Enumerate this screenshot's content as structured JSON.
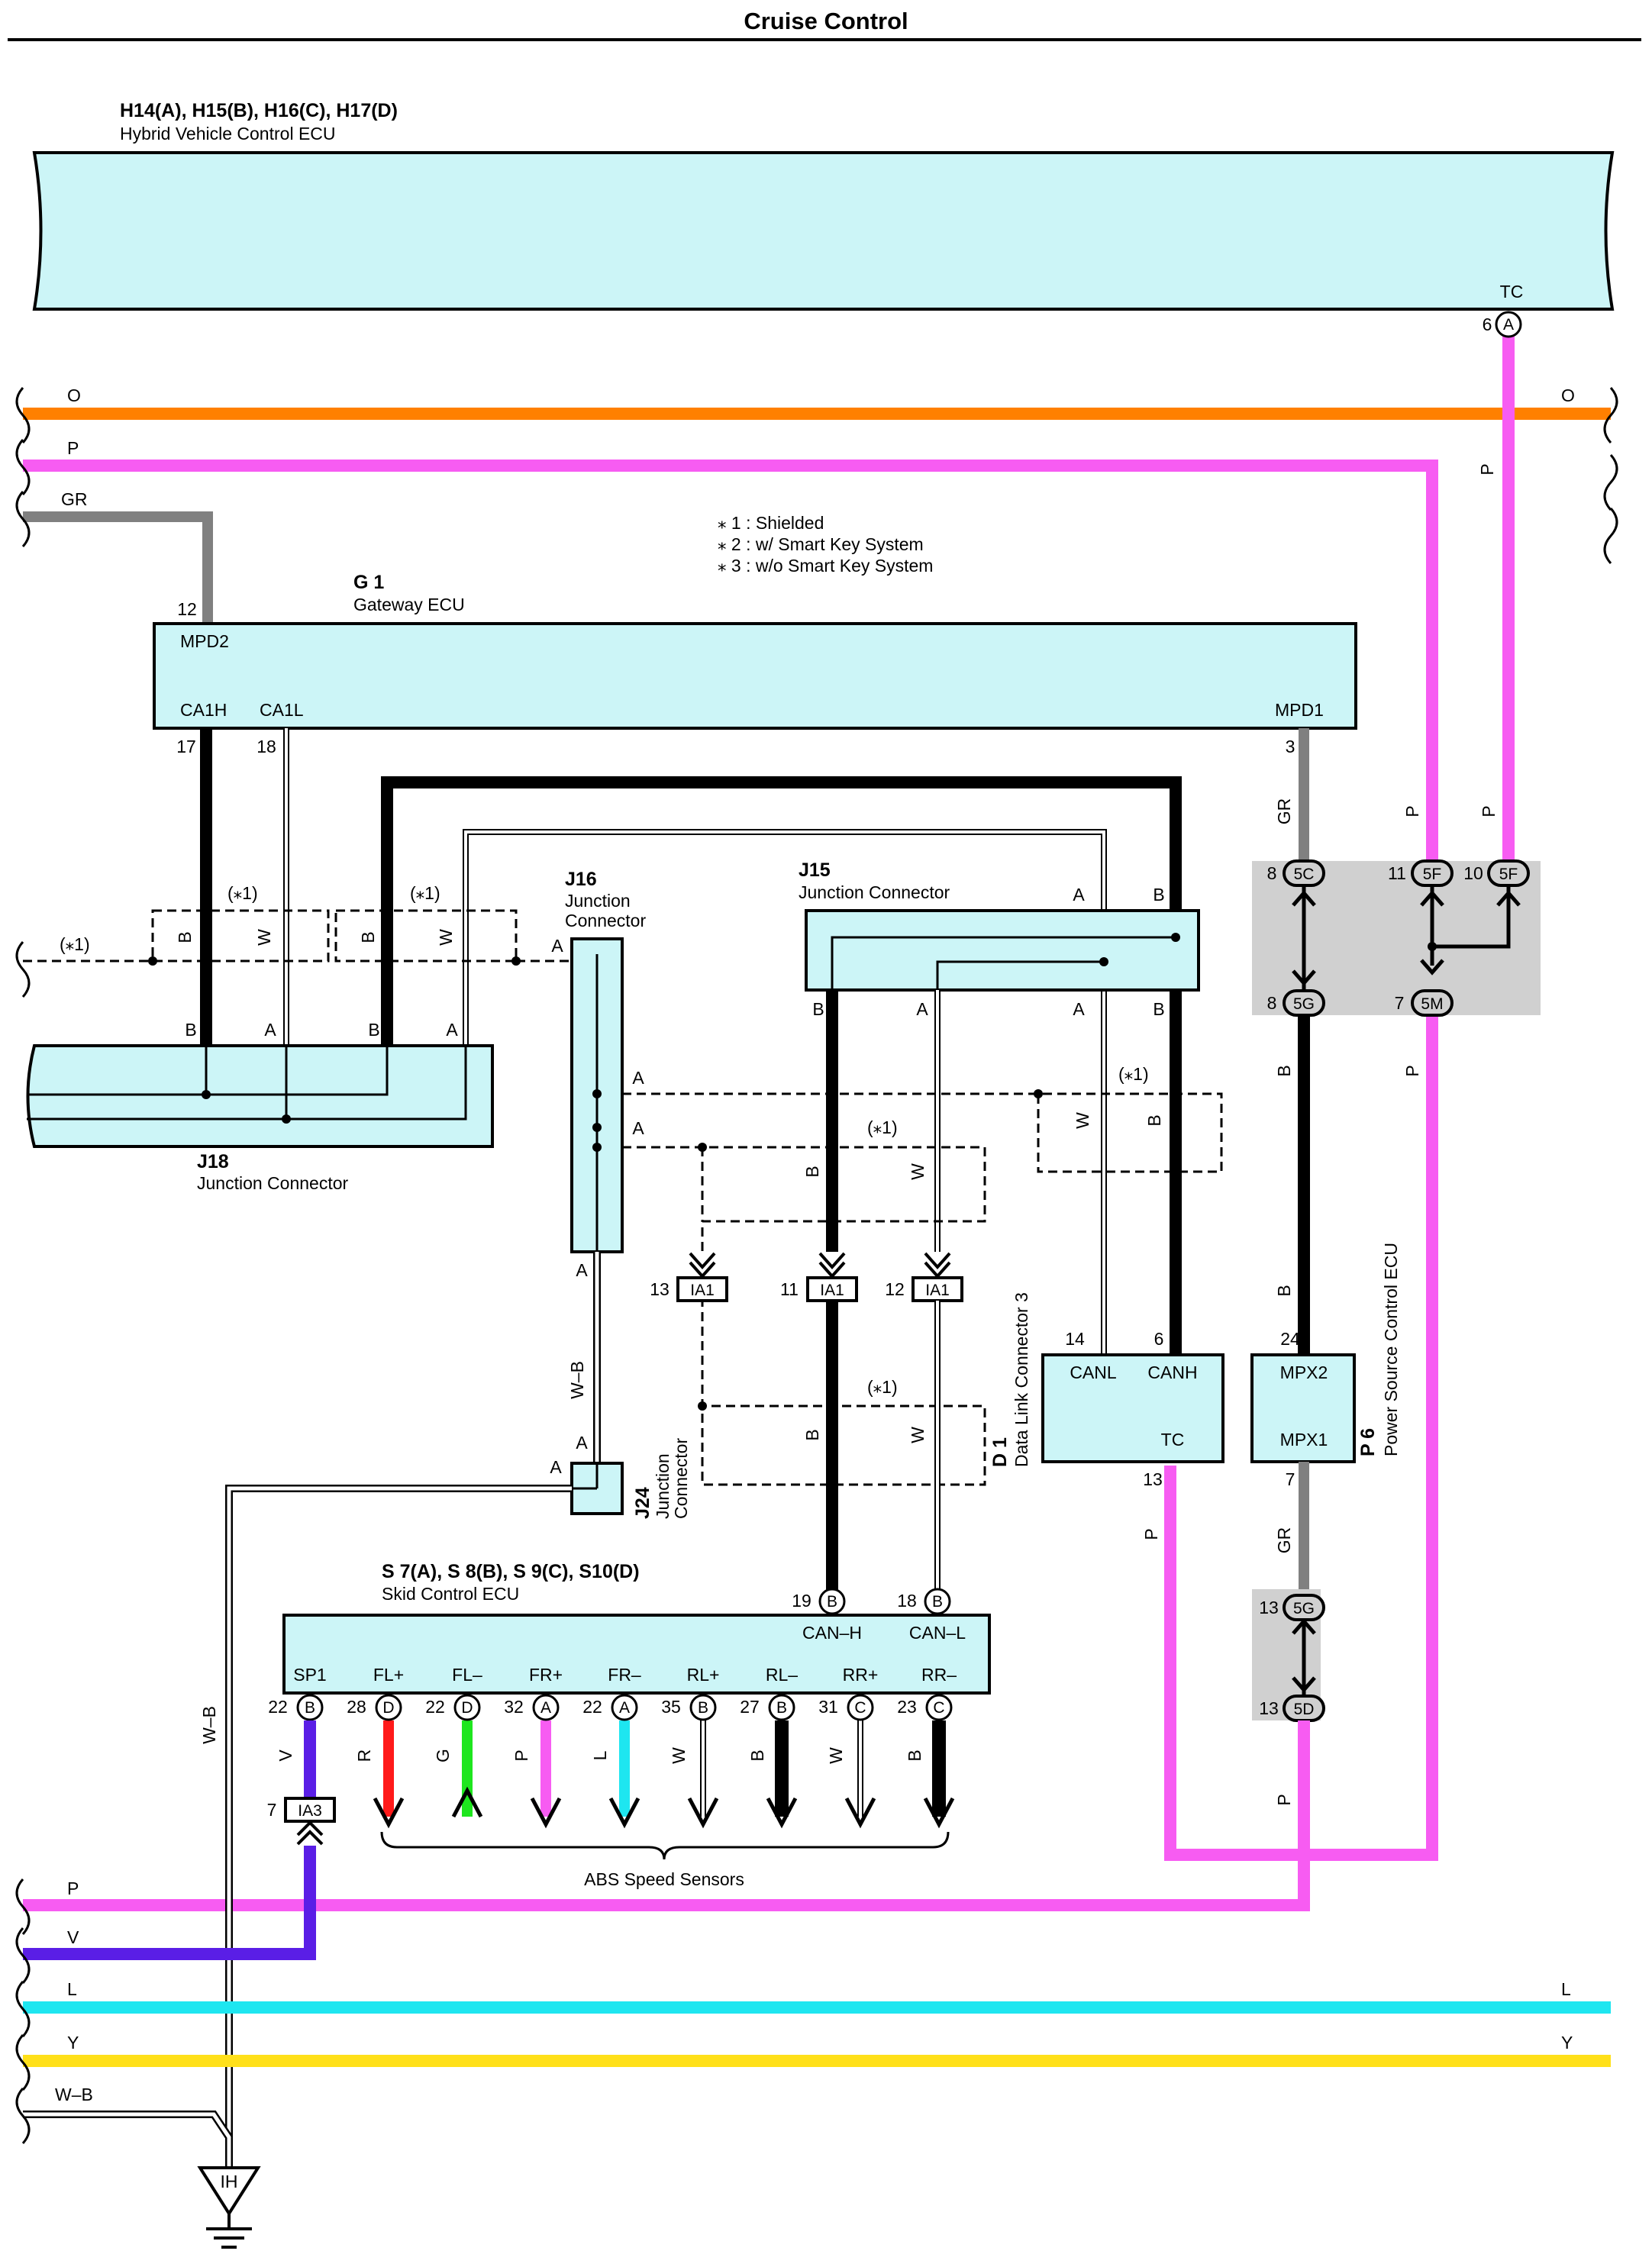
{
  "header": {
    "title": "Cruise Control"
  },
  "notes": [
    "⁎ 1 : Shielded",
    "⁎ 2 : w/ Smart Key System",
    "⁎ 3 : w/o Smart Key System"
  ],
  "components": {
    "hybrid_ecu": {
      "code": "H14(A), H15(B), H16(C), H17(D)",
      "name": "Hybrid Vehicle Control ECU",
      "pin_name": "TC",
      "pin_no": "6",
      "connector": "A"
    },
    "gateway_ecu": {
      "code": "G 1",
      "name": "Gateway ECU",
      "mpd2": "MPD2",
      "mpd2_pin": "12",
      "ca1h": "CA1H",
      "ca1h_pin": "17",
      "ca1l": "CA1L",
      "ca1l_pin": "18",
      "mpd1": "MPD1",
      "mpd1_pin": "3"
    },
    "j16": {
      "code": "J16",
      "name_line1": "Junction",
      "name_line2": "Connector"
    },
    "j15": {
      "code": "J15",
      "name": "Junction Connector"
    },
    "j18": {
      "code": "J18",
      "name": "Junction Connector"
    },
    "j24": {
      "code": "J24",
      "name_line1": "Junction",
      "name_line2": "Connector"
    },
    "dlc3": {
      "code": "D 1",
      "name": "Data Link Connector 3",
      "canl": "CANL",
      "canl_pin": "14",
      "canh": "CANH",
      "canh_pin": "6",
      "tc": "TC",
      "tc_pin": "13"
    },
    "power_ecu": {
      "code": "P 6",
      "name": "Power Source Control ECU",
      "mpx2": "MPX2",
      "mpx2_pin": "24",
      "mpx1": "MPX1",
      "mpx1_pin": "7"
    },
    "skid_ecu": {
      "code": "S 7(A), S 8(B), S 9(C), S10(D)",
      "name": "Skid Control ECU",
      "canh": "CAN–H",
      "canh_pin": "19",
      "canh_conn": "B",
      "canl": "CAN–L",
      "canl_pin": "18",
      "canl_conn": "B",
      "pins": [
        {
          "name": "SP1",
          "no": "22",
          "conn": "B",
          "wire": "V",
          "color": "#5a1ee6"
        },
        {
          "name": "FL+",
          "no": "28",
          "conn": "D",
          "wire": "R",
          "color": "#ff1a1a"
        },
        {
          "name": "FL–",
          "no": "22",
          "conn": "D",
          "wire": "G",
          "color": "#1ee61e"
        },
        {
          "name": "FR+",
          "no": "32",
          "conn": "A",
          "wire": "P",
          "color": "#f75cf2"
        },
        {
          "name": "FR–",
          "no": "22",
          "conn": "A",
          "wire": "L",
          "color": "#1ee6f0"
        },
        {
          "name": "RL+",
          "no": "35",
          "conn": "B",
          "wire": "W",
          "color": "#ffffff"
        },
        {
          "name": "RL–",
          "no": "27",
          "conn": "B",
          "wire": "B",
          "color": "#000000"
        },
        {
          "name": "RR+",
          "no": "31",
          "conn": "C",
          "wire": "W",
          "color": "#ffffff"
        },
        {
          "name": "RR–",
          "no": "23",
          "conn": "C",
          "wire": "B",
          "color": "#000000"
        }
      ],
      "sensors_label": "ABS Speed Sensors"
    },
    "ground": {
      "code": "IH"
    }
  },
  "connectors": {
    "ia1_a": {
      "pin": "13",
      "code": "IA1"
    },
    "ia1_b": {
      "pin": "11",
      "code": "IA1"
    },
    "ia1_c": {
      "pin": "12",
      "code": "IA1"
    },
    "ia3": {
      "pin": "7",
      "code": "IA3"
    },
    "c5c": {
      "pin": "8",
      "code": "5C"
    },
    "c5g_top": {
      "pin": "8",
      "code": "5G"
    },
    "c5f_a": {
      "pin": "11",
      "code": "5F"
    },
    "c5f_b": {
      "pin": "10",
      "code": "5F"
    },
    "c5m": {
      "pin": "7",
      "code": "5M"
    },
    "c5g_bottom": {
      "pin": "13",
      "code": "5G"
    },
    "c5d": {
      "pin": "13",
      "code": "5D"
    }
  },
  "buses": {
    "top": [
      {
        "label": "O",
        "color": "#ff8000"
      },
      {
        "label": "P",
        "color": "#f75cf2"
      },
      {
        "label": "GR",
        "color": "#808080"
      }
    ],
    "bottom": [
      {
        "label": "P",
        "color": "#f75cf2"
      },
      {
        "label": "V",
        "color": "#5a1ee6"
      },
      {
        "label": "L",
        "color": "#1ee6f0"
      },
      {
        "label": "Y",
        "color": "#ffe01a"
      },
      {
        "label": "W–B",
        "color": "#ffffff"
      }
    ]
  },
  "wire_labels": {
    "shield": "(⁎1)",
    "b": "B",
    "w": "W",
    "a": "A",
    "p": "P",
    "gr": "GR",
    "wb": "W–B"
  },
  "colors": {
    "ecu_fill": "#ccf5f7",
    "gray_box": "#d0d0d0"
  }
}
